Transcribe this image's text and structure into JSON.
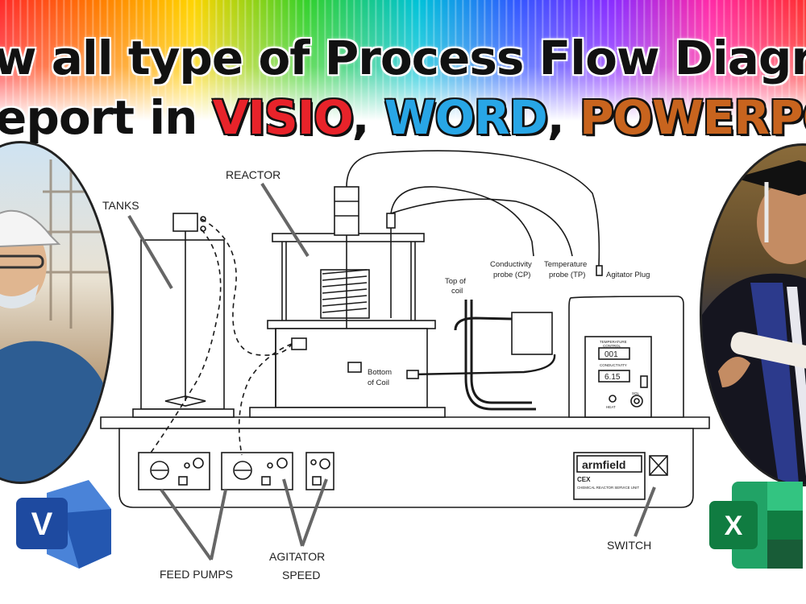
{
  "headline": {
    "line1": "w all type of Process Flow Diagra",
    "line2_prefix": "eport in ",
    "kw_visio": "VISIO",
    "sep1": ", ",
    "kw_word": "WORD",
    "sep2": ", ",
    "kw_powerpoint": "POWERPO"
  },
  "colors": {
    "visio_text": "#e8232a",
    "word_text": "#28a6e6",
    "powerpoint_text": "#c8641e",
    "visio_brand": "#2f5fb3",
    "excel_brand": "#1e7a45"
  },
  "diagram": {
    "labels": {
      "tanks": "TANKS",
      "reactor": "REACTOR",
      "conductivity_probe_l1": "Conductivity",
      "conductivity_probe_l2": "probe (CP)",
      "temperature_probe_l1": "Temperature",
      "temperature_probe_l2": "probe (TP)",
      "agitator_plug": "Agitator Plug",
      "top_of_coil_l1": "Top of",
      "top_of_coil_l2": "coil",
      "bottom_of_coil_l1": "Bottom",
      "bottom_of_coil_l2": "of Coil",
      "feed_pumps": "FEED PUMPS",
      "agitator_speed_l1": "AGITATOR",
      "agitator_speed_l2": "SPEED",
      "switch": "SWITCH"
    },
    "panel": {
      "temperature_title": "TEMPERATURE",
      "control_label": "CONTROL",
      "temp_readout": "001",
      "conductivity_title": "CONDUCTIVITY",
      "conductivity_readout": "6.15",
      "heat_label": "HEAT",
      "sol_label": "SOL"
    },
    "brand": {
      "name": "armfield",
      "model": "CEX",
      "subtitle": "CHEMICAL REACTOR SERVICE UNIT"
    }
  },
  "logos": {
    "visio_letter": "V",
    "excel_letter": "X"
  }
}
